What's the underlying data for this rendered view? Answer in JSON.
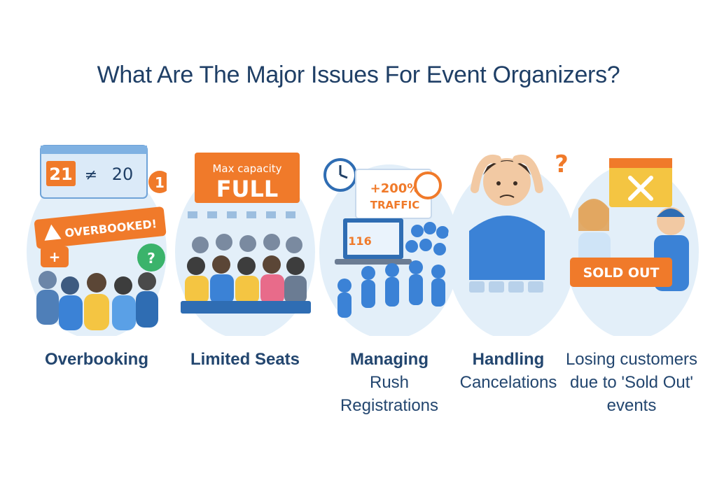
{
  "title": "What Are The Major Issues For Event Organizers?",
  "colors": {
    "title": "#1f3f66",
    "accent_orange": "#f07a2a",
    "accent_blue": "#3b82d6",
    "soft_blue": "#cfe4f7"
  },
  "panels": [
    {
      "label_line1": "Overbooking",
      "icon": "overbooking-illustration",
      "counter_left": "21",
      "counter_sep": "≠",
      "counter_right": "20",
      "alert_badge": "1",
      "banner": "OVERBOOKED!"
    },
    {
      "label_line1": "Limited Seats",
      "icon": "full-venue-illustration",
      "sign_top": "Max capacity",
      "sign_main": "FULL"
    },
    {
      "label_line1": "Managing",
      "label_line2": "Rush",
      "label_line3": "Registrations",
      "icon": "traffic-spike-illustration",
      "traffic_pct": "+200%",
      "traffic_word": "TRAFFIC",
      "screen_count": "116"
    },
    {
      "label_line1": "Handling",
      "label_line2": "Cancelations",
      "icon": "stressed-person-illustration",
      "question_mark": "?"
    },
    {
      "label_line1": "Losing customers",
      "label_line2": "due to 'Sold Out'",
      "label_line3": "events",
      "icon": "sold-out-illustration",
      "sign": "SOLD OUT"
    }
  ]
}
